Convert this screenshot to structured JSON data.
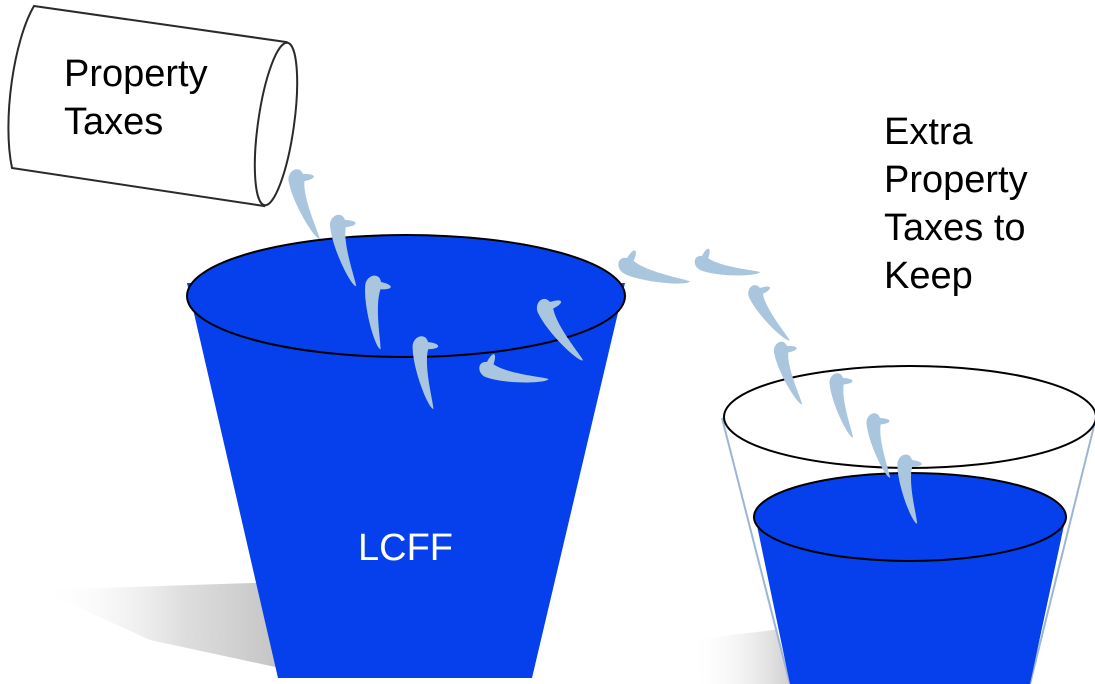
{
  "labels": {
    "source_lines": [
      "Property",
      "Taxes"
    ],
    "main_bucket": "LCFF",
    "extra_lines": [
      "Extra",
      "Property",
      "Taxes to",
      "Keep"
    ]
  },
  "colors": {
    "bucket_fill": "#0540ec",
    "drop_fill": "#a9c6de",
    "shadow": "#c8c8c8"
  }
}
